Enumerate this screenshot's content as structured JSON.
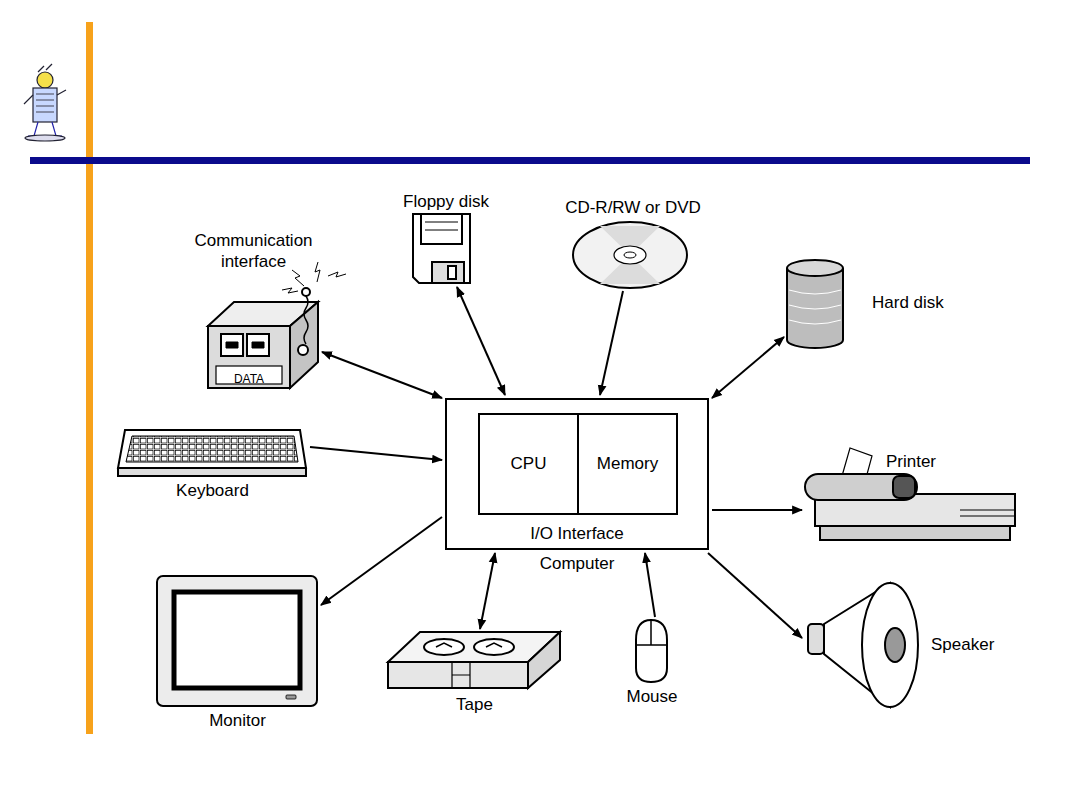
{
  "diagram": {
    "nodes": [
      {
        "text": [
          "Floppy disk"
        ]
      },
      {
        "text": [
          "CD-R/RW or DVD"
        ]
      },
      {
        "text": [
          "Communication interface"
        ]
      },
      {
        "text": [
          "Hard disk"
        ]
      },
      {
        "text": [
          "Keyboard"
        ]
      },
      {
        "text": [
          "I/O Interface",
          "Computer"
        ]
      },
      {
        "text": [
          "CPU"
        ],
        "in": 5
      },
      {
        "text": [
          "Memory"
        ],
        "in": 5
      },
      {
        "text": [
          "Printer"
        ]
      },
      {
        "text": [
          "Monitor"
        ]
      },
      {
        "text": [
          "Tape"
        ]
      },
      {
        "text": [
          "Mouse"
        ]
      },
      {
        "text": [
          "Speaker"
        ]
      }
    ],
    "edges": [
      {
        "from": 2,
        "to": 5,
        "arrow": "both"
      },
      {
        "from": 0,
        "to": 5,
        "arrow": "both"
      },
      {
        "from": 1,
        "to": 5,
        "arrow": "to"
      },
      {
        "from": 3,
        "to": 5,
        "arrow": "both"
      },
      {
        "from": 4,
        "to": 5,
        "arrow": "to"
      },
      {
        "from": 5,
        "to": 8,
        "arrow": "to"
      },
      {
        "from": 5,
        "to": 9,
        "arrow": "to"
      },
      {
        "from": 10,
        "to": 5,
        "arrow": "both"
      },
      {
        "from": 11,
        "to": 5,
        "arrow": "to"
      },
      {
        "from": 5,
        "to": 12,
        "arrow": "to"
      }
    ],
    "labels": [
      "DATA"
    ]
  }
}
